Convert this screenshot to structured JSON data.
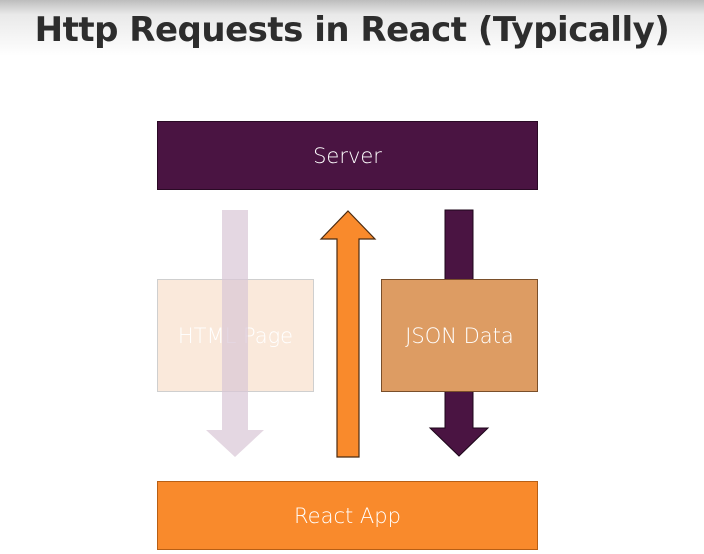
{
  "title": "Http Requests in React (Typically)",
  "diagram": {
    "server_label": "Server",
    "app_label": "React App",
    "html_page_label": "HTML Page",
    "json_data_label": "JSON Data"
  },
  "colors": {
    "server": "#4a1442",
    "react_app": "#f98a2c",
    "html_page_box": "#f8e2cf",
    "json_data_box": "#dd9c63",
    "html_page_arrow": "#d9c6d6",
    "request_arrow": "#f98a2c",
    "json_data_arrow": "#4a1442"
  },
  "icons": {
    "html_page_arrow": "arrow-down-icon",
    "request_arrow": "arrow-up-icon",
    "json_data_arrow": "arrow-down-icon"
  }
}
